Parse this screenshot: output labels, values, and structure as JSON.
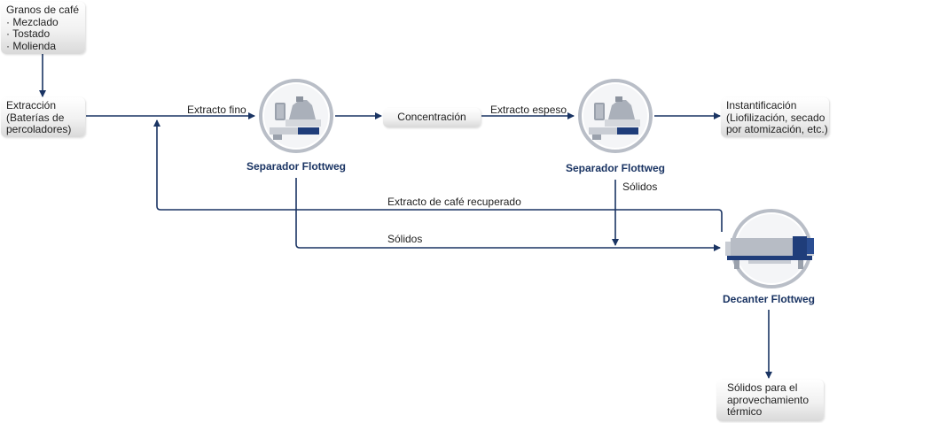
{
  "boxes": {
    "granos": {
      "lines": [
        "Granos de café",
        "· Mezclado",
        "· Tostado",
        "· Molienda"
      ]
    },
    "extraccion": {
      "lines": [
        "Extracción",
        "(Baterías de",
        "percoladores)"
      ]
    },
    "concentracion": {
      "lines": [
        "Concentración"
      ]
    },
    "instantificacion": {
      "lines": [
        "Instantificación",
        "(Liofilización, secado",
        "por atomización, etc.)"
      ]
    },
    "solidos_final": {
      "lines": [
        "Sólidos para el",
        "aprovechamiento",
        "térmico"
      ]
    }
  },
  "labels": {
    "extracto_fino": "Extracto fino",
    "extracto_espeso": "Extracto espeso",
    "solidos_right": "Sólidos",
    "extracto_recuperado": "Extracto de café recuperado",
    "solidos_bottom": "Sólidos"
  },
  "machines": {
    "separador1": "Separador Flottweg",
    "separador2": "Separador Flottweg",
    "decanter": "Decanter Flottweg"
  },
  "colors": {
    "line": "#1a3463",
    "machine_ring": "#b9bec7",
    "machine_fill": "#e9ebef",
    "accent": "#1f3d7a"
  }
}
